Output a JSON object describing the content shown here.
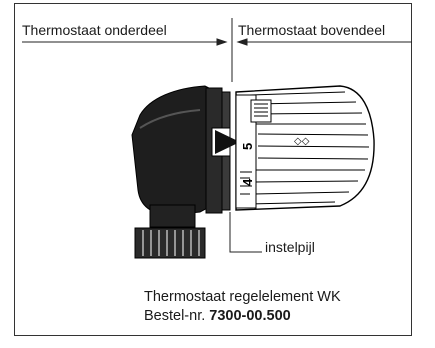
{
  "labels": {
    "lower_part": "Thermostaat onderdeel",
    "upper_part": "Thermostaat bovendeel",
    "arrow_label": "instelpijl"
  },
  "scale_marks": [
    "5",
    "4"
  ],
  "caption": {
    "line1": "Thermostaat regelelement WK",
    "line2_prefix": "Bestel-nr. ",
    "line2_number": "7300-00.500"
  }
}
